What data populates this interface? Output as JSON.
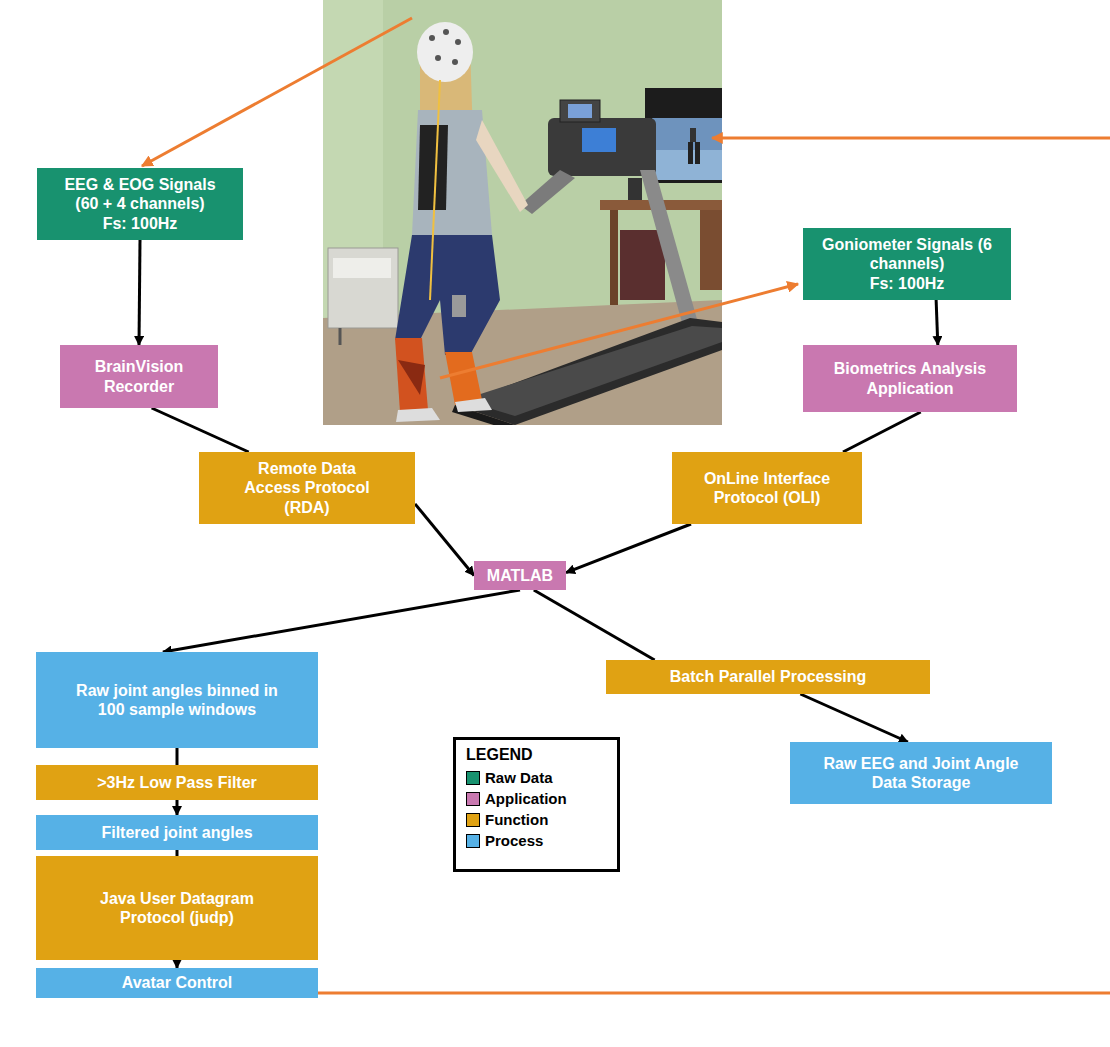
{
  "diagram": {
    "nodes": [
      {
        "text": [
          "EEG & EOG Signals (60 + 4 channels)",
          "Fs: 100Hz"
        ]
      },
      {
        "text": [
          "BrainVision Recorder"
        ]
      },
      {
        "text": [
          "Goniometer Signals (6 channels)",
          "Fs: 100Hz"
        ]
      },
      {
        "text": [
          "Biometrics Analysis Application"
        ]
      },
      {
        "text": [
          "Remote Data Access Protocol (RDA)"
        ]
      },
      {
        "text": [
          "OnLine Interface Protocol (OLI)"
        ]
      },
      {
        "text": [
          "MATLAB"
        ]
      },
      {
        "text": [
          "Raw joint angles binned in 100 sample windows"
        ]
      },
      {
        "text": [
          ">3Hz Low Pass Filter"
        ]
      },
      {
        "text": [
          "Filtered joint angles"
        ]
      },
      {
        "text": [
          "Java User Datagram Protocol (judp)"
        ]
      },
      {
        "text": [
          "Avatar Control"
        ]
      },
      {
        "text": [
          "Batch Parallel Processing"
        ]
      },
      {
        "text": [
          "Raw EEG and Joint Angle Data Storage"
        ]
      }
    ],
    "edges": [
      {
        "from": 0,
        "to": 1,
        "arrow": "to"
      },
      {
        "from": 1,
        "to": 4,
        "arrow": "none"
      },
      {
        "from": 4,
        "to": 6,
        "arrow": "to"
      },
      {
        "from": 2,
        "to": 3,
        "arrow": "to"
      },
      {
        "from": 3,
        "to": 5,
        "arrow": "none"
      },
      {
        "from": 5,
        "to": 6,
        "arrow": "to"
      },
      {
        "from": 6,
        "to": 7,
        "arrow": "to"
      },
      {
        "from": 7,
        "to": 8,
        "arrow": "none"
      },
      {
        "from": 8,
        "to": 9,
        "arrow": "to"
      },
      {
        "from": 9,
        "to": 10,
        "arrow": "none"
      },
      {
        "from": 10,
        "to": 11,
        "arrow": "to"
      },
      {
        "from": 6,
        "to": 12,
        "arrow": "none"
      },
      {
        "from": 12,
        "to": 13,
        "arrow": "to"
      }
    ],
    "labels": [
      "LEGEND"
    ],
    "legend": [
      {
        "text": "Raw Data",
        "color": "#18926f"
      },
      {
        "text": "Application",
        "color": "#c978b0"
      },
      {
        "text": "Function",
        "color": "#e0a213"
      },
      {
        "text": "Process",
        "color": "#56b1e6"
      }
    ]
  }
}
